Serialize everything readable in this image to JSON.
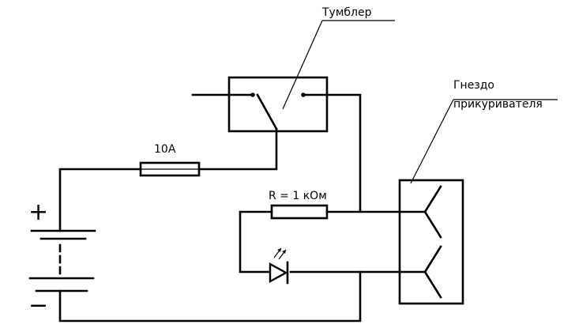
{
  "labels": {
    "switch": "Тумблер",
    "socket_line1": "Гнездо",
    "socket_line2": "прикуривателя",
    "fuse": "10А",
    "resistor": "R = 1 кОм",
    "plus": "+",
    "minus": "−"
  }
}
